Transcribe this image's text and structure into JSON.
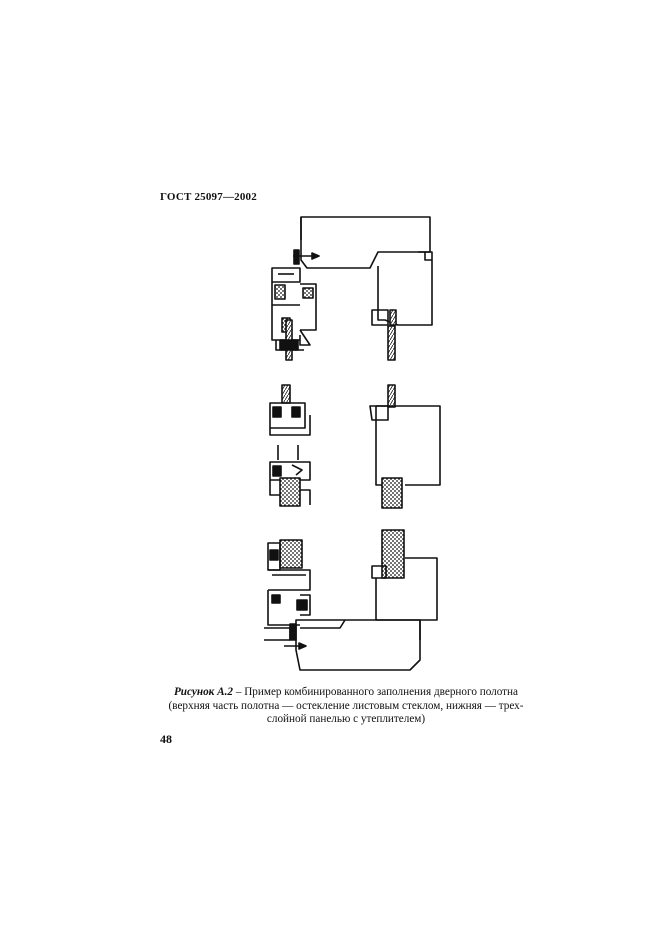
{
  "header": {
    "doc_code": "ГОСТ 25097—2002"
  },
  "figure": {
    "label": "Рисунок А.2",
    "dash": " – ",
    "caption_line1": "Пример комбинированного заполнения дверного полотна",
    "caption_line2": "(верхняя часть полотна — остекление листовым стеклом, нижняя — трех-",
    "caption_line3": "слойной панелью с утеплителем)"
  },
  "page": {
    "number": "48"
  }
}
